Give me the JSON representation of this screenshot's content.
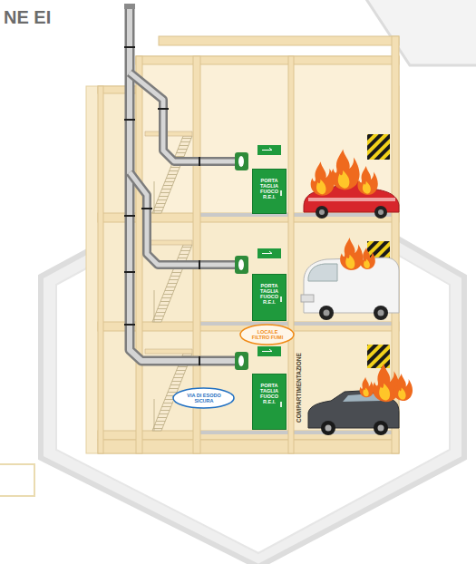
{
  "diagram": {
    "title": "NE EI",
    "nodes": [
      {
        "text": [
          "PORTA TAGLIA FUOCO R.E.I."
        ]
      },
      {
        "text": [
          "PORTA TAGLIA FUOCO R.E.I."
        ]
      },
      {
        "text": [
          "LOCALE FILTRO FUMI"
        ]
      },
      {
        "text": [
          "PORTA TAGLIA FUOCO R.E.I."
        ]
      },
      {
        "text": [
          "VIA DI ESODO SICURA"
        ]
      }
    ],
    "labels": [
      "COMPARTIMENTAZIONE"
    ]
  }
}
